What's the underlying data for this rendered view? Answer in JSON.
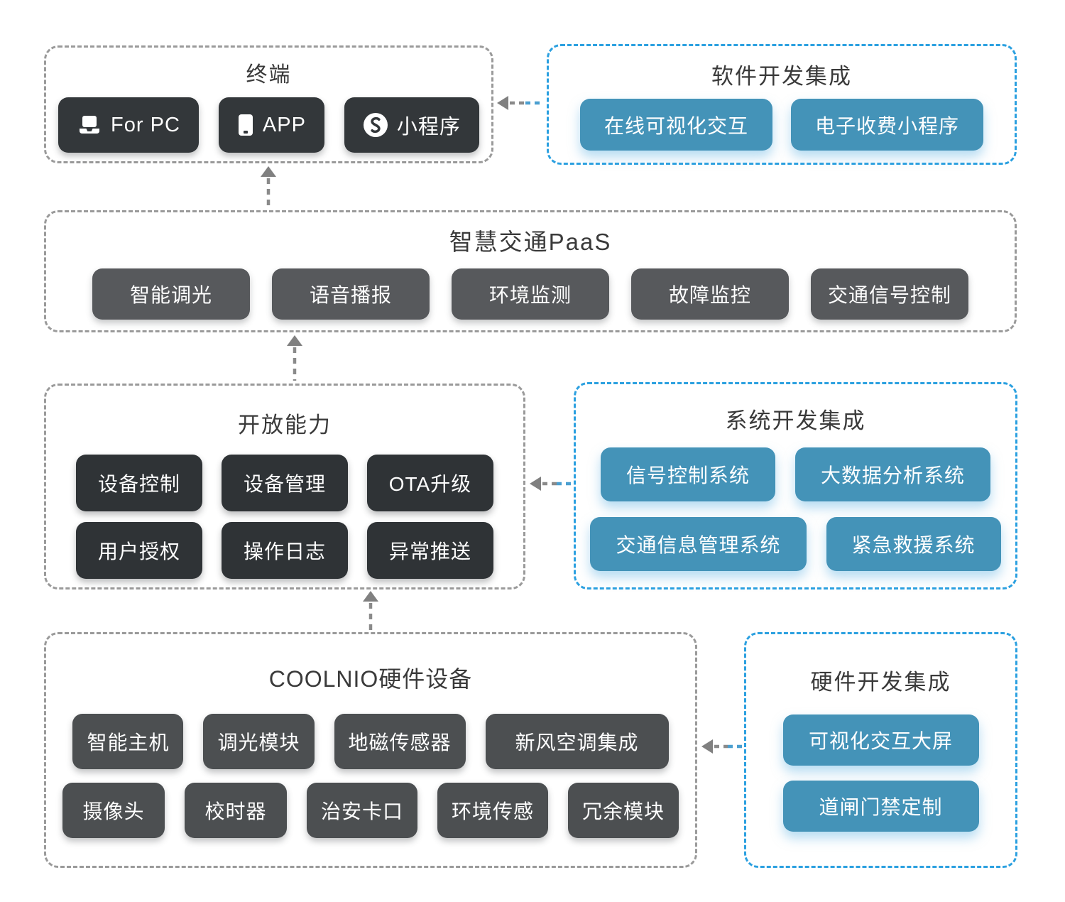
{
  "diagram": {
    "colors": {
      "dark_button": "#33373a",
      "darker_button": "#2f3336",
      "paas_button": "#57595c",
      "coolnio_button": "#4c4f51",
      "blue_button": "#4493b8",
      "blue_dashed_border": "#2ba0e0",
      "gray_dashed_border": "#9a9a9a",
      "arrow_gray": "#848484",
      "arrow_blue": "#4b9fd0",
      "title_text": "#3a3a3a",
      "button_text": "#ffffff"
    },
    "groups": {
      "terminal": {
        "title": "终端",
        "buttons": [
          {
            "label": "For PC",
            "icon": "laptop-icon"
          },
          {
            "label": "APP",
            "icon": "smartphone-icon"
          },
          {
            "label": "小程序",
            "icon": "miniprogram-icon"
          }
        ]
      },
      "software_integration": {
        "title": "软件开发集成",
        "buttons": [
          {
            "label": "在线可视化交互"
          },
          {
            "label": "电子收费小程序"
          }
        ]
      },
      "paas": {
        "title": "智慧交通PaaS",
        "buttons": [
          {
            "label": "智能调光"
          },
          {
            "label": "语音播报"
          },
          {
            "label": "环境监测"
          },
          {
            "label": "故障监控"
          },
          {
            "label": "交通信号控制"
          }
        ]
      },
      "open_capability": {
        "title": "开放能力",
        "buttons": [
          {
            "label": "设备控制"
          },
          {
            "label": "设备管理"
          },
          {
            "label": "OTA升级"
          },
          {
            "label": "用户授权"
          },
          {
            "label": "操作日志"
          },
          {
            "label": "异常推送"
          }
        ]
      },
      "system_integration": {
        "title": "系统开发集成",
        "buttons": [
          {
            "label": "信号控制系统"
          },
          {
            "label": "大数据分析系统"
          },
          {
            "label": "交通信息管理系统"
          },
          {
            "label": "紧急救援系统"
          }
        ]
      },
      "coolnio_hardware": {
        "title": "COOLNIO硬件设备",
        "buttons": [
          {
            "label": "智能主机"
          },
          {
            "label": "调光模块"
          },
          {
            "label": "地磁传感器"
          },
          {
            "label": "新风空调集成"
          },
          {
            "label": "摄像头"
          },
          {
            "label": "校时器"
          },
          {
            "label": "治安卡口"
          },
          {
            "label": "环境传感"
          },
          {
            "label": "冗余模块"
          }
        ]
      },
      "hardware_integration": {
        "title": "硬件开发集成",
        "buttons": [
          {
            "label": "可视化交互大屏"
          },
          {
            "label": "道闸门禁定制"
          }
        ]
      }
    },
    "connections": [
      {
        "from": "软件开发集成",
        "to": "终端"
      },
      {
        "from": "智慧交通PaaS",
        "to": "终端"
      },
      {
        "from": "开放能力",
        "to": "智慧交通PaaS"
      },
      {
        "from": "系统开发集成",
        "to": "开放能力"
      },
      {
        "from": "COOLNIO硬件设备",
        "to": "开放能力"
      },
      {
        "from": "硬件开发集成",
        "to": "COOLNIO硬件设备"
      }
    ]
  }
}
